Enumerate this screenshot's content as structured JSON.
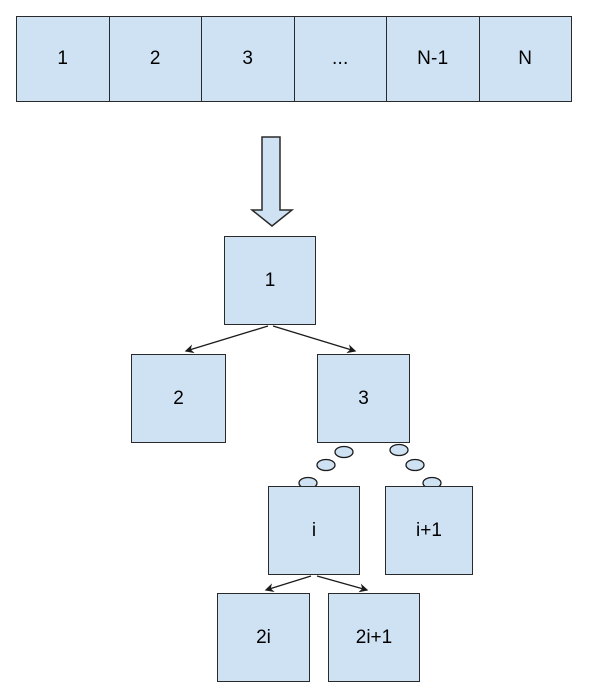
{
  "colors": {
    "background": "#ffffff",
    "shape_fill": "#cfe2f3",
    "shape_border": "#2a2a2a",
    "edge": "#1a1a1a",
    "text": "#000000"
  },
  "icons": {
    "transform_arrow": "down-block-arrow",
    "ellipsis_dots": "dotted-continuation"
  },
  "array": {
    "cells": [
      "1",
      "2",
      "3",
      "...",
      "N-1",
      "N"
    ]
  },
  "tree": {
    "nodes": {
      "root": "1",
      "left_child": "2",
      "right_child": "3",
      "node_i": "i",
      "node_i_plus_1": "i+1",
      "node_2i": "2i",
      "node_2i_plus_1": "2i+1"
    },
    "edges": [
      {
        "from": "1",
        "to": "2"
      },
      {
        "from": "1",
        "to": "3"
      },
      {
        "from": "i",
        "to": "2i"
      },
      {
        "from": "i",
        "to": "2i+1"
      }
    ],
    "dotted_paths": [
      {
        "from": "3",
        "to": "i"
      },
      {
        "from": "3",
        "to": "i+1"
      }
    ]
  }
}
